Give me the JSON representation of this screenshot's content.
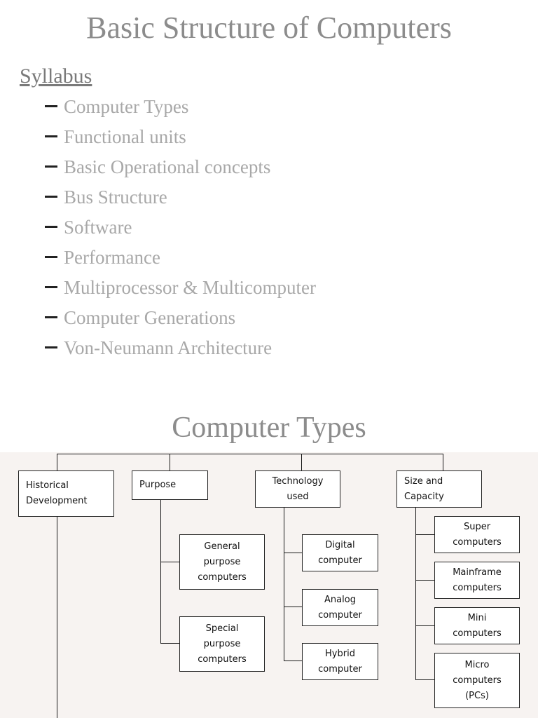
{
  "title": "Basic Structure of Computers",
  "syllabus": {
    "heading": "Syllabus",
    "items": [
      "Computer Types",
      "Functional units",
      "Basic Operational concepts",
      "Bus Structure",
      "Software",
      "Performance",
      "Multiprocessor & Multicomputer",
      "Computer Generations",
      "Von-Neumann Architecture"
    ]
  },
  "diagram": {
    "title": "Computer Types",
    "categories": {
      "historical": [
        "Historical",
        "Development"
      ],
      "purpose": [
        "Purpose"
      ],
      "technology": [
        "Technology",
        "used"
      ],
      "size": [
        "Size and",
        "Capacity"
      ]
    },
    "purpose_children": {
      "general": [
        "General",
        "purpose",
        "computers"
      ],
      "special": [
        "Special",
        "purpose",
        "computers"
      ]
    },
    "technology_children": {
      "digital": [
        "Digital",
        "computer"
      ],
      "analog": [
        "Analog",
        "computer"
      ],
      "hybrid": [
        "Hybrid",
        "computer"
      ]
    },
    "size_children": {
      "super": [
        "Super",
        "computers"
      ],
      "mainframe": [
        "Mainframe",
        "computers"
      ],
      "mini": [
        "Mini",
        "computers"
      ],
      "micro": [
        "Micro",
        "computers",
        "(PCs)"
      ]
    }
  }
}
